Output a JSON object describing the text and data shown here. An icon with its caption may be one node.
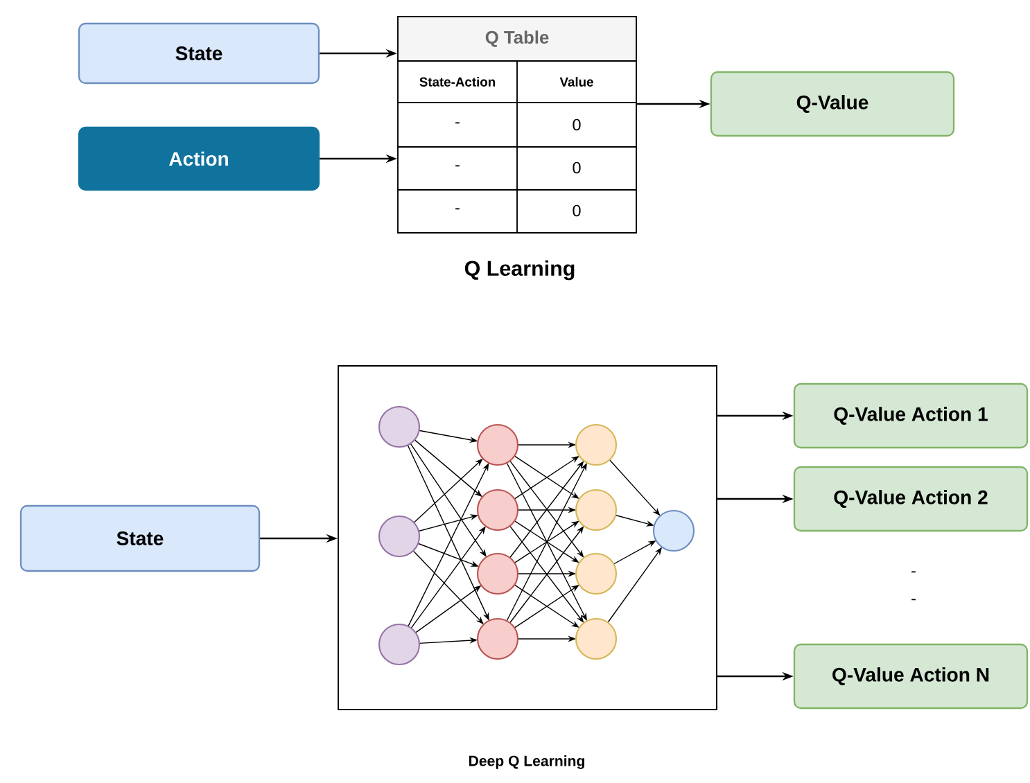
{
  "diagram": {
    "nodes": [
      {
        "text": [
          "State"
        ]
      },
      {
        "text": [
          "Action"
        ]
      },
      {
        "text": [
          "Q Table"
        ],
        "beside": [
          "Q Learning"
        ]
      },
      {
        "text": [
          "Q-Value"
        ]
      },
      {
        "text": [
          "State"
        ]
      },
      {
        "text": [],
        "shape": "box",
        "beside": [
          "Deep Q Learning"
        ]
      },
      {
        "text": [
          "Q-Value Action 1"
        ]
      },
      {
        "text": [
          "Q-Value Action 2"
        ]
      },
      {
        "text": [
          "Q-Value Action N"
        ]
      }
    ],
    "edges": [
      {
        "from": 0,
        "to": 2,
        "arrow": "to"
      },
      {
        "from": 1,
        "to": 2,
        "arrow": "to"
      },
      {
        "from": 2,
        "to": 3,
        "arrow": "to"
      },
      {
        "from": 4,
        "to": 5,
        "arrow": "to"
      },
      {
        "from": 5,
        "to": 6,
        "arrow": "to"
      },
      {
        "from": 5,
        "to": 7,
        "arrow": "to"
      },
      {
        "from": 5,
        "to": 8,
        "arrow": "to"
      }
    ],
    "labels": [
      "State-Action",
      "Value",
      "-",
      "0",
      "-",
      "0",
      "-",
      "0",
      "-",
      "-"
    ]
  }
}
